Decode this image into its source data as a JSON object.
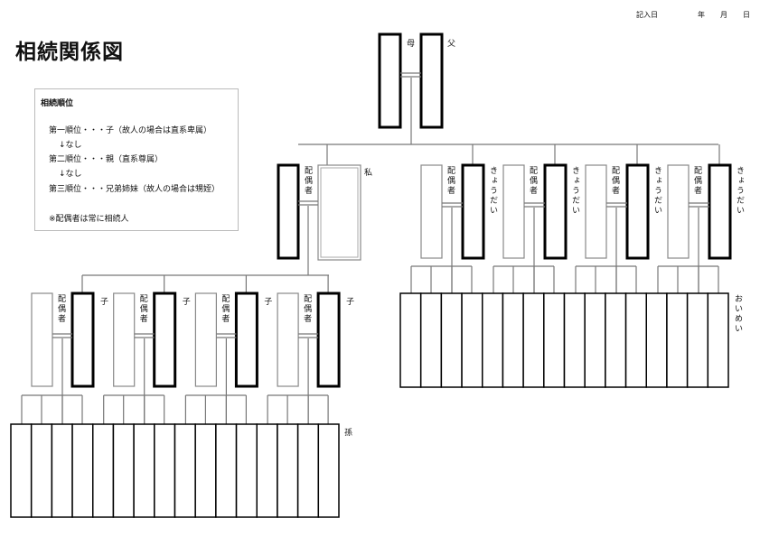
{
  "header": {
    "entry_date_label": "記入日",
    "year": "年",
    "month": "月",
    "day": "日"
  },
  "title": "相続関係図",
  "legend": {
    "heading": "相続順位",
    "lines": [
      "第一順位・・・子（故人の場合は直系卑属）",
      "↓なし",
      "第二順位・・・親（直系尊属）",
      "↓なし",
      "第三順位・・・兄弟姉妹（故人の場合は甥姪）",
      "※配偶者は常に相続人"
    ]
  },
  "labels": {
    "mother": "母",
    "father": "父",
    "self": "私",
    "spouse": "配偶者",
    "sibling": "きょうだい",
    "child": "子",
    "grandchild": "孫",
    "nephew_niece": "おいめい"
  },
  "counts": {
    "siblings": 4,
    "children": 4,
    "grandchildren_slots": 16,
    "nephew_niece_slots": 16
  }
}
